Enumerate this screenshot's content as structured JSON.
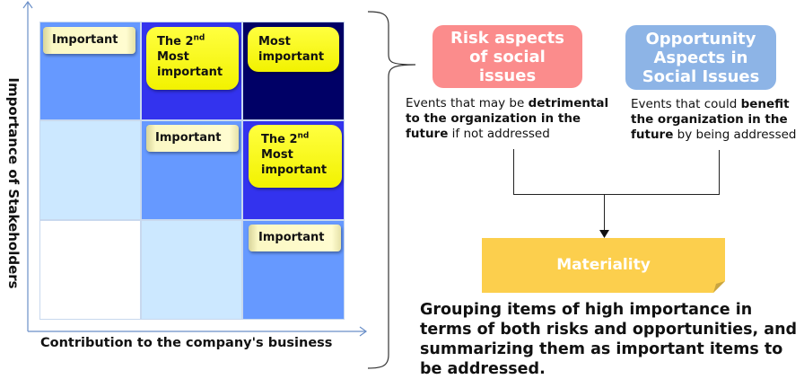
{
  "matrix": {
    "y_axis_label": "Importance of Stakeholders",
    "x_axis_label": "Contribution to the company's business",
    "cells": [
      {
        "row": "high",
        "col": "low",
        "color": "#6699ff",
        "label": "Important"
      },
      {
        "row": "high",
        "col": "mid",
        "color": "#3333ee",
        "label_pre": "The 2",
        "label_sup": "nd",
        "label_rest": "Most important"
      },
      {
        "row": "high",
        "col": "high",
        "color": "#000066",
        "label": "Most important"
      },
      {
        "row": "mid",
        "col": "low",
        "color": "#cce8ff"
      },
      {
        "row": "mid",
        "col": "mid",
        "color": "#6699ff",
        "label": "Important"
      },
      {
        "row": "mid",
        "col": "high",
        "color": "#3333ee",
        "label_pre": "The 2",
        "label_sup": "nd",
        "label_rest": "Most important"
      },
      {
        "row": "low",
        "col": "low",
        "color": "#ffffff"
      },
      {
        "row": "low",
        "col": "mid",
        "color": "#cce8ff"
      },
      {
        "row": "low",
        "col": "high",
        "color": "#6699ff",
        "label": "Important"
      }
    ]
  },
  "risk": {
    "title": "Risk aspects of social issues",
    "color": "#fb8c8c",
    "desc_pre": "Events that may be ",
    "desc_bold": "detrimental to the organization in the future",
    "desc_post": " if not addressed"
  },
  "opportunity": {
    "title": "Opportunity Aspects in Social Issues",
    "color": "#8db4e6",
    "desc_pre": "Events that could ",
    "desc_bold": "benefit the organization in the future",
    "desc_post": " by being addressed"
  },
  "materiality": {
    "title": "Materiality",
    "color": "#fccf4d",
    "description": "Grouping items of high importance in terms of both risks and opportunities, and summarizing them as important items to be addressed."
  }
}
